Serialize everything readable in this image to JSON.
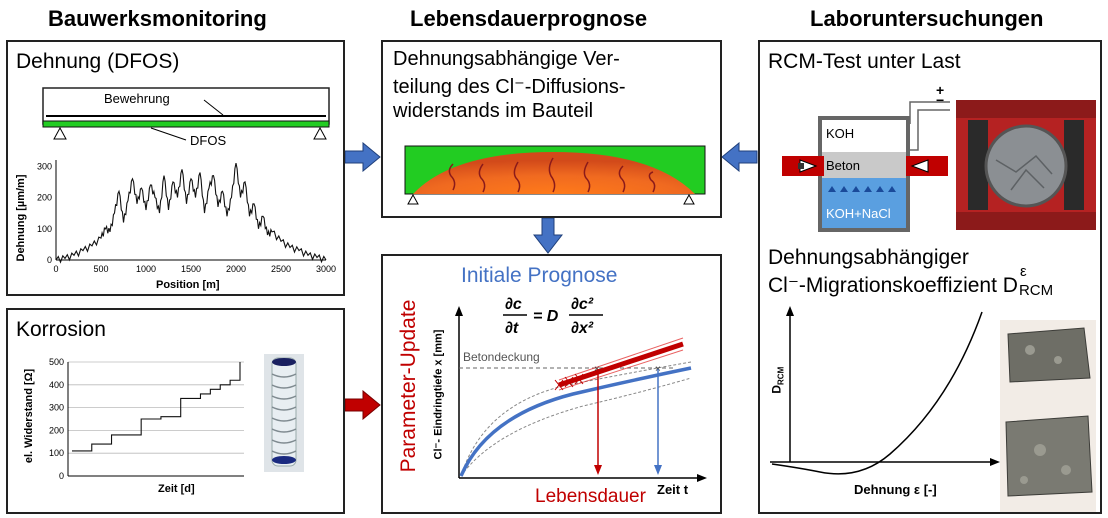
{
  "headers": {
    "left": "Bauwerksmonitoring",
    "center": "Lebensdauerprognose",
    "right": "Laboruntersuchungen"
  },
  "dehnung_panel": {
    "title": "Dehnung (DFOS)",
    "bewehrung_label": "Bewehrung",
    "dfos_label": "DFOS",
    "chart_ylabel": "Dehnung [µm/m]",
    "chart_xlabel": "Position [m]",
    "yticks": [
      "0",
      "100",
      "200",
      "300"
    ],
    "xticks": [
      "0",
      "500",
      "1000",
      "1500",
      "2000",
      "2500",
      "3000"
    ]
  },
  "korrosion_panel": {
    "title": "Korrosion",
    "chart_ylabel": "el. Widerstand [Ω]",
    "chart_xlabel": "Zeit [d]",
    "yticks": [
      "0",
      "100",
      "200",
      "300",
      "400",
      "500"
    ]
  },
  "verteilung_panel": {
    "title_lines": [
      "Dehnungsabhängige Ver-",
      "teilung des Cl⁻-Diffusions-",
      "widerstands im Bauteil"
    ]
  },
  "prognose_panel": {
    "title": "Initiale Prognose",
    "side_label": "Parameter-Update",
    "equation": "∂c/∂t = D ∂c²/∂x²",
    "ylabel": "Cl⁻- Eindringtiefe x [mm]",
    "xlabel": "Zeit t",
    "betondeckung": "Betondeckung",
    "lebensdauer": "Lebensdauer"
  },
  "rcm_panel": {
    "title": "RCM-Test unter Last",
    "koh": "KOH",
    "beton": "Beton",
    "koh_nacl": "KOH+NaCl",
    "plus": "+",
    "minus": "−",
    "subtitle_line1": "Dehnungsabhängiger",
    "subtitle_line2": "Cl⁻-Migrationskoeffizient D",
    "sup": "ε",
    "sub": "RCM",
    "d_axis": "D",
    "d_axis_sub": "RCM",
    "x_axis": "Dehnung ε [-]"
  },
  "colors": {
    "blue_arrow": "#4472c4",
    "red_arrow": "#c00000",
    "green": "#22cc22",
    "blue_text": "#4472c4",
    "red_text": "#c00000"
  },
  "chart_data": [
    {
      "type": "line",
      "xlabel": "Position [m]",
      "ylabel": "Dehnung [µm/m]",
      "xlim": [
        0,
        3000
      ],
      "ylim": [
        0,
        320
      ],
      "x": [
        0,
        100,
        200,
        300,
        400,
        500,
        550,
        600,
        650,
        700,
        750,
        800,
        850,
        900,
        950,
        1000,
        1050,
        1100,
        1150,
        1200,
        1250,
        1300,
        1350,
        1400,
        1450,
        1500,
        1550,
        1600,
        1650,
        1700,
        1750,
        1800,
        1850,
        1900,
        1950,
        2000,
        2050,
        2100,
        2150,
        2200,
        2250,
        2300,
        2350,
        2400,
        2500,
        2600,
        2700,
        2800,
        2900,
        3000
      ],
      "y": [
        0,
        5,
        15,
        30,
        45,
        70,
        100,
        90,
        150,
        220,
        120,
        190,
        260,
        180,
        230,
        160,
        240,
        200,
        150,
        270,
        160,
        250,
        200,
        290,
        180,
        260,
        200,
        280,
        150,
        230,
        270,
        170,
        220,
        140,
        200,
        310,
        200,
        250,
        140,
        180,
        100,
        140,
        80,
        90,
        60,
        40,
        30,
        15,
        8,
        0
      ]
    },
    {
      "type": "line",
      "xlabel": "Zeit [d]",
      "ylabel": "el. Widerstand [Ω]",
      "ylim": [
        0,
        500
      ],
      "x": [
        0,
        1,
        2,
        3,
        4,
        5,
        6,
        7,
        8,
        9,
        10,
        11,
        12,
        13,
        14,
        15,
        16,
        17
      ],
      "y": [
        110,
        110,
        140,
        140,
        180,
        180,
        180,
        250,
        250,
        260,
        260,
        340,
        340,
        360,
        380,
        400,
        420,
        500
      ]
    }
  ]
}
